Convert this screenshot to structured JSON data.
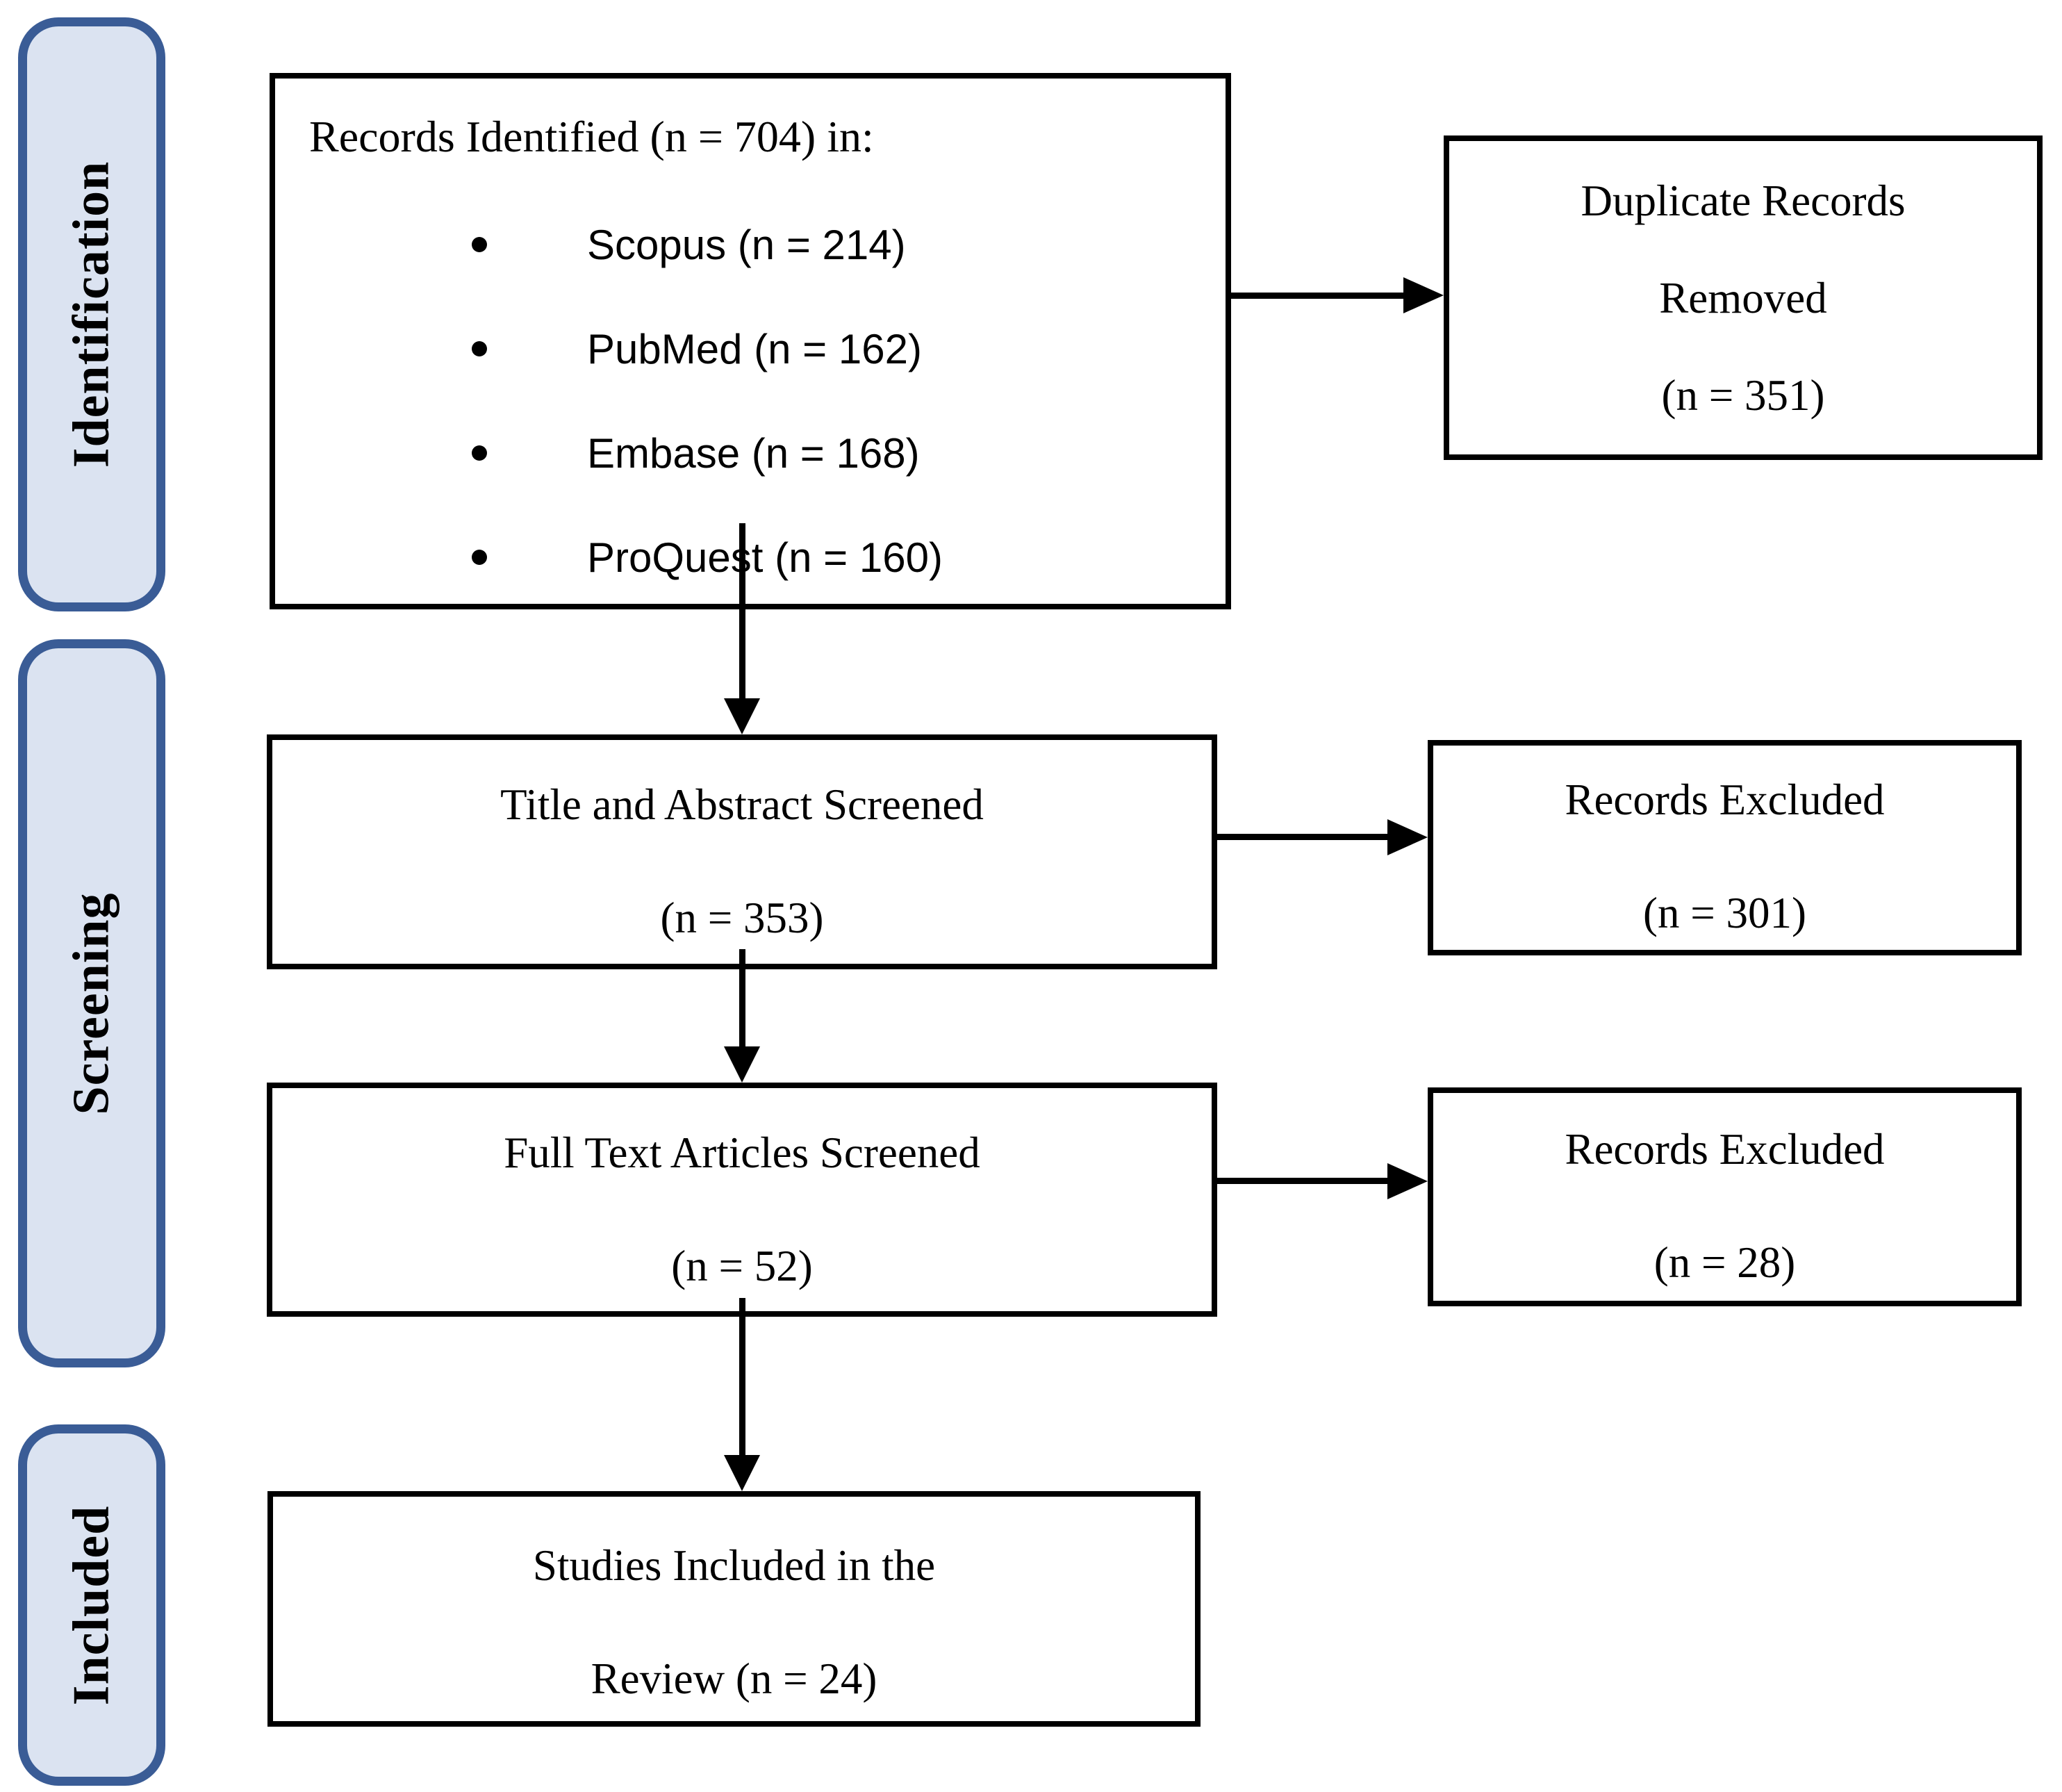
{
  "diagram": {
    "stages": [
      {
        "label": "Identification"
      },
      {
        "label": "Screening"
      },
      {
        "label": "Included"
      }
    ],
    "boxes": {
      "records_identified": {
        "title": "Records Identified (n = 704) in:",
        "sources": [
          "Scopus (n = 214)",
          "PubMed (n = 162)",
          "Embase (n = 168)",
          "ProQuest (n = 160)"
        ]
      },
      "duplicate_records_removed": {
        "lines": [
          "Duplicate Records",
          "Removed",
          "(n = 351)"
        ]
      },
      "title_abstract_screened": {
        "lines": [
          "Title and Abstract Screened",
          "(n = 353)"
        ]
      },
      "records_excluded_screening": {
        "lines": [
          "Records Excluded",
          "(n = 301)"
        ]
      },
      "full_text_articles_screened": {
        "lines": [
          "Full Text Articles Screened",
          "(n = 52)"
        ]
      },
      "records_excluded_full_text": {
        "lines": [
          "Records Excluded",
          "(n = 28)"
        ]
      },
      "studies_included": {
        "lines": [
          "Studies Included in the",
          "Review (n = 24)"
        ]
      }
    },
    "colors": {
      "stage_fill": "#dbe3f1",
      "stage_border": "#3a5c96",
      "box_border": "#000000",
      "text": "#000000",
      "background": "#ffffff"
    }
  }
}
